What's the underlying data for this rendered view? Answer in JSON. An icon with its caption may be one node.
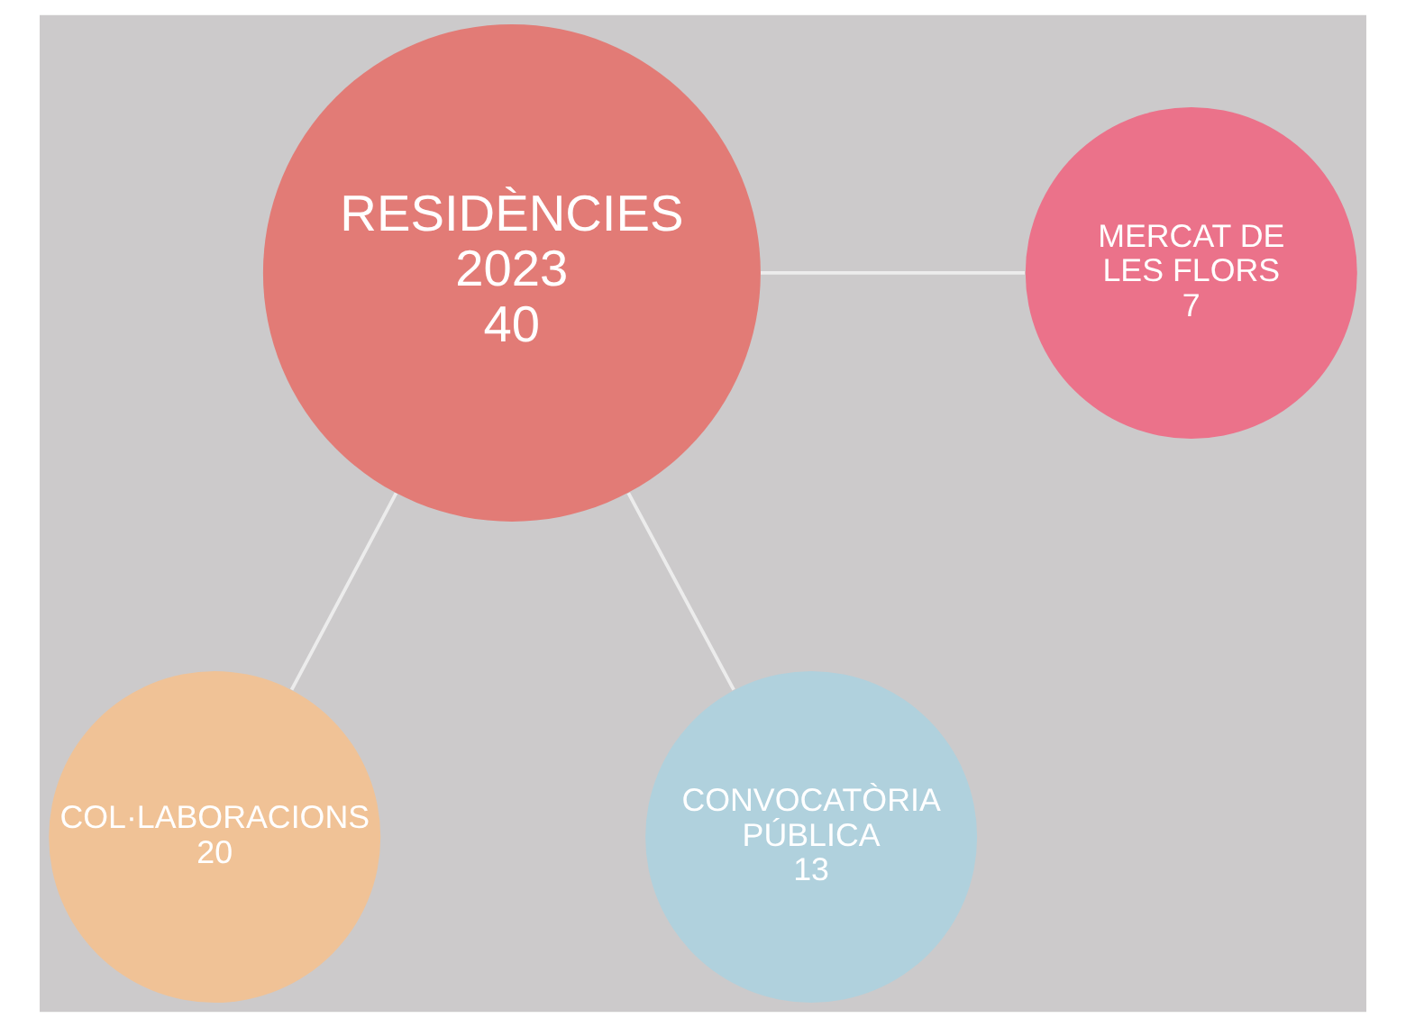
{
  "diagram": {
    "nodes": [
      {
        "text": [
          "RESIDÈNCIES 2023",
          "40"
        ]
      },
      {
        "text": [
          "MERCAT DE LES FLORS",
          "7"
        ]
      },
      {
        "text": [
          "COL·LABORACIONS",
          "20"
        ]
      },
      {
        "text": [
          "CONVOCATÒRIA PÚBLICA",
          "13"
        ]
      }
    ],
    "edges": [
      {
        "from": 0,
        "to": 1,
        "arrow": "none"
      },
      {
        "from": 0,
        "to": 2,
        "arrow": "none"
      },
      {
        "from": 0,
        "to": 3,
        "arrow": "none"
      }
    ]
  }
}
